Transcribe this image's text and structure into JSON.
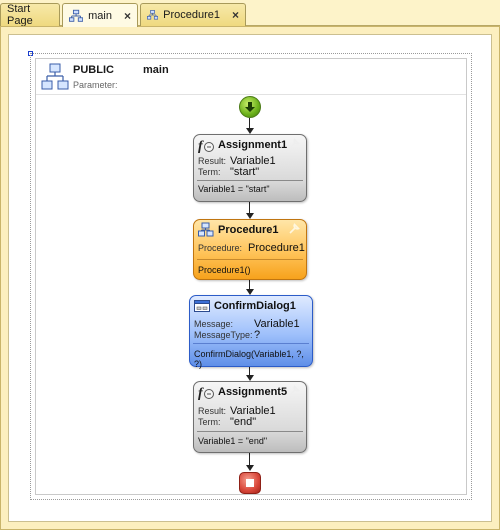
{
  "tabs": [
    {
      "label": "Start Page",
      "active": false
    },
    {
      "label": "main",
      "active": true,
      "close": "×"
    },
    {
      "label": "Procedure1",
      "active": false,
      "close": "×"
    }
  ],
  "header": {
    "visibility": "PUBLIC",
    "name": "main",
    "parameter_label": "Parameter:"
  },
  "nodes": {
    "assignment1": {
      "title": "Assignment1",
      "result_label": "Result:",
      "result_value": "Variable1",
      "term_label": "Term:",
      "term_value": "\"start\"",
      "footer": "Variable1 = \"start\""
    },
    "procedure1": {
      "title": "Procedure1",
      "procedure_label": "Procedure:",
      "procedure_value": "Procedure1",
      "footer": "Procedure1()"
    },
    "confirm": {
      "title": "ConfirmDialog1",
      "message_label": "Message:",
      "message_value": "Variable1",
      "type_label": "MessageType:",
      "type_value": "?",
      "footer": "ConfirmDialog(Variable1, ?, ?)"
    },
    "assignment5": {
      "title": "Assignment5",
      "result_label": "Result:",
      "result_value": "Variable1",
      "term_label": "Term:",
      "term_value": "\"end\"",
      "footer": "Variable1 = \"end\""
    }
  },
  "colors": {
    "tab_bar": "#fdf3c9",
    "assignment_node": "#d9d9d9",
    "procedure_node": "#ffc45a",
    "dialog_node": "#9ec0fb",
    "start": "#6bb01a",
    "end": "#d9473a"
  },
  "icons": {
    "tab_main": "flowchart-icon",
    "tab_procedure": "flowchart-icon",
    "header": "network-diagram-icon",
    "assignment": "function-icon",
    "procedure": "procedure-call-icon",
    "dialog": "dialog-window-icon",
    "wrench": "wrench-icon",
    "start": "start-arrow-icon",
    "end": "stop-icon"
  }
}
